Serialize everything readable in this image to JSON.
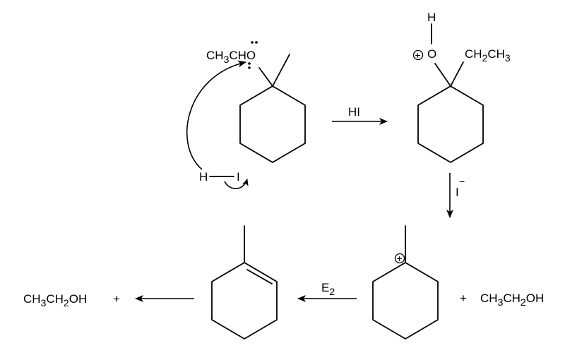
{
  "reactant": {
    "ethoxy_prefix": "CH",
    "ethoxy_sub1": "3",
    "ethoxy_mid": "CH",
    "ethoxy_o": "O",
    "acid_h": "H",
    "acid_i": "I"
  },
  "step1": {
    "reagent": "HI"
  },
  "oxonium": {
    "h": "H",
    "o": "O",
    "charge": "+",
    "ethyl_a": "CH",
    "ethyl_sub2": "2",
    "ethyl_b": "CH",
    "ethyl_sub3": "3"
  },
  "step2": {
    "reagent": "I",
    "charge": "−"
  },
  "carbocation": {
    "charge": "+",
    "plus": "+",
    "byproduct_a": "CH",
    "byproduct_sub3": "3",
    "byproduct_b": "CH",
    "byproduct_sub2": "2",
    "byproduct_c": "OH"
  },
  "step3": {
    "reagent": "E",
    "reagent_sub": "2"
  },
  "product": {
    "byproduct_a": "CH",
    "byproduct_sub3": "3",
    "byproduct_b": "CH",
    "byproduct_sub2": "2",
    "byproduct_c": "OH",
    "plus": "+"
  }
}
